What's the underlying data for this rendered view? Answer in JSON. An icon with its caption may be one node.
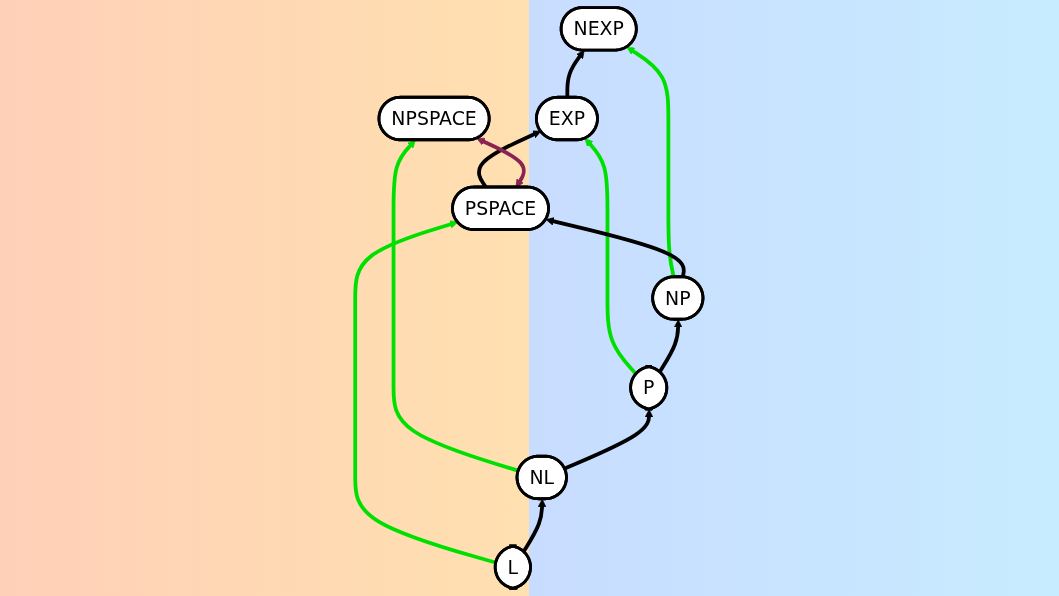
{
  "diagram": {
    "nodes": [
      {
        "text": [
          "NEXP"
        ]
      },
      {
        "text": [
          "EXP"
        ]
      },
      {
        "text": [
          "PSPACE"
        ]
      },
      {
        "text": [
          "NPSPACE"
        ]
      },
      {
        "text": [
          "NP"
        ]
      },
      {
        "text": [
          "P"
        ]
      },
      {
        "text": [
          "NL"
        ]
      },
      {
        "text": [
          "L"
        ]
      }
    ],
    "edges": [
      {
        "from": 4,
        "to": 0,
        "arrow": "to",
        "color": "#00e000"
      },
      {
        "from": 1,
        "to": 0,
        "arrow": "to"
      },
      {
        "from": 5,
        "to": 1,
        "arrow": "to",
        "color": "#00e000"
      },
      {
        "from": 2,
        "to": 1,
        "arrow": "to"
      },
      {
        "from": 4,
        "to": 2,
        "arrow": "to"
      },
      {
        "from": 2,
        "to": 3,
        "arrow": "both",
        "color": "#8b2252"
      },
      {
        "from": 5,
        "to": 4,
        "arrow": "to"
      },
      {
        "from": 7,
        "to": 2,
        "arrow": "to",
        "color": "#00e000"
      },
      {
        "from": 6,
        "to": 3,
        "arrow": "to",
        "color": "#00e000"
      },
      {
        "from": 6,
        "to": 5,
        "arrow": "to"
      },
      {
        "from": 7,
        "to": 6,
        "arrow": "to"
      }
    ]
  }
}
